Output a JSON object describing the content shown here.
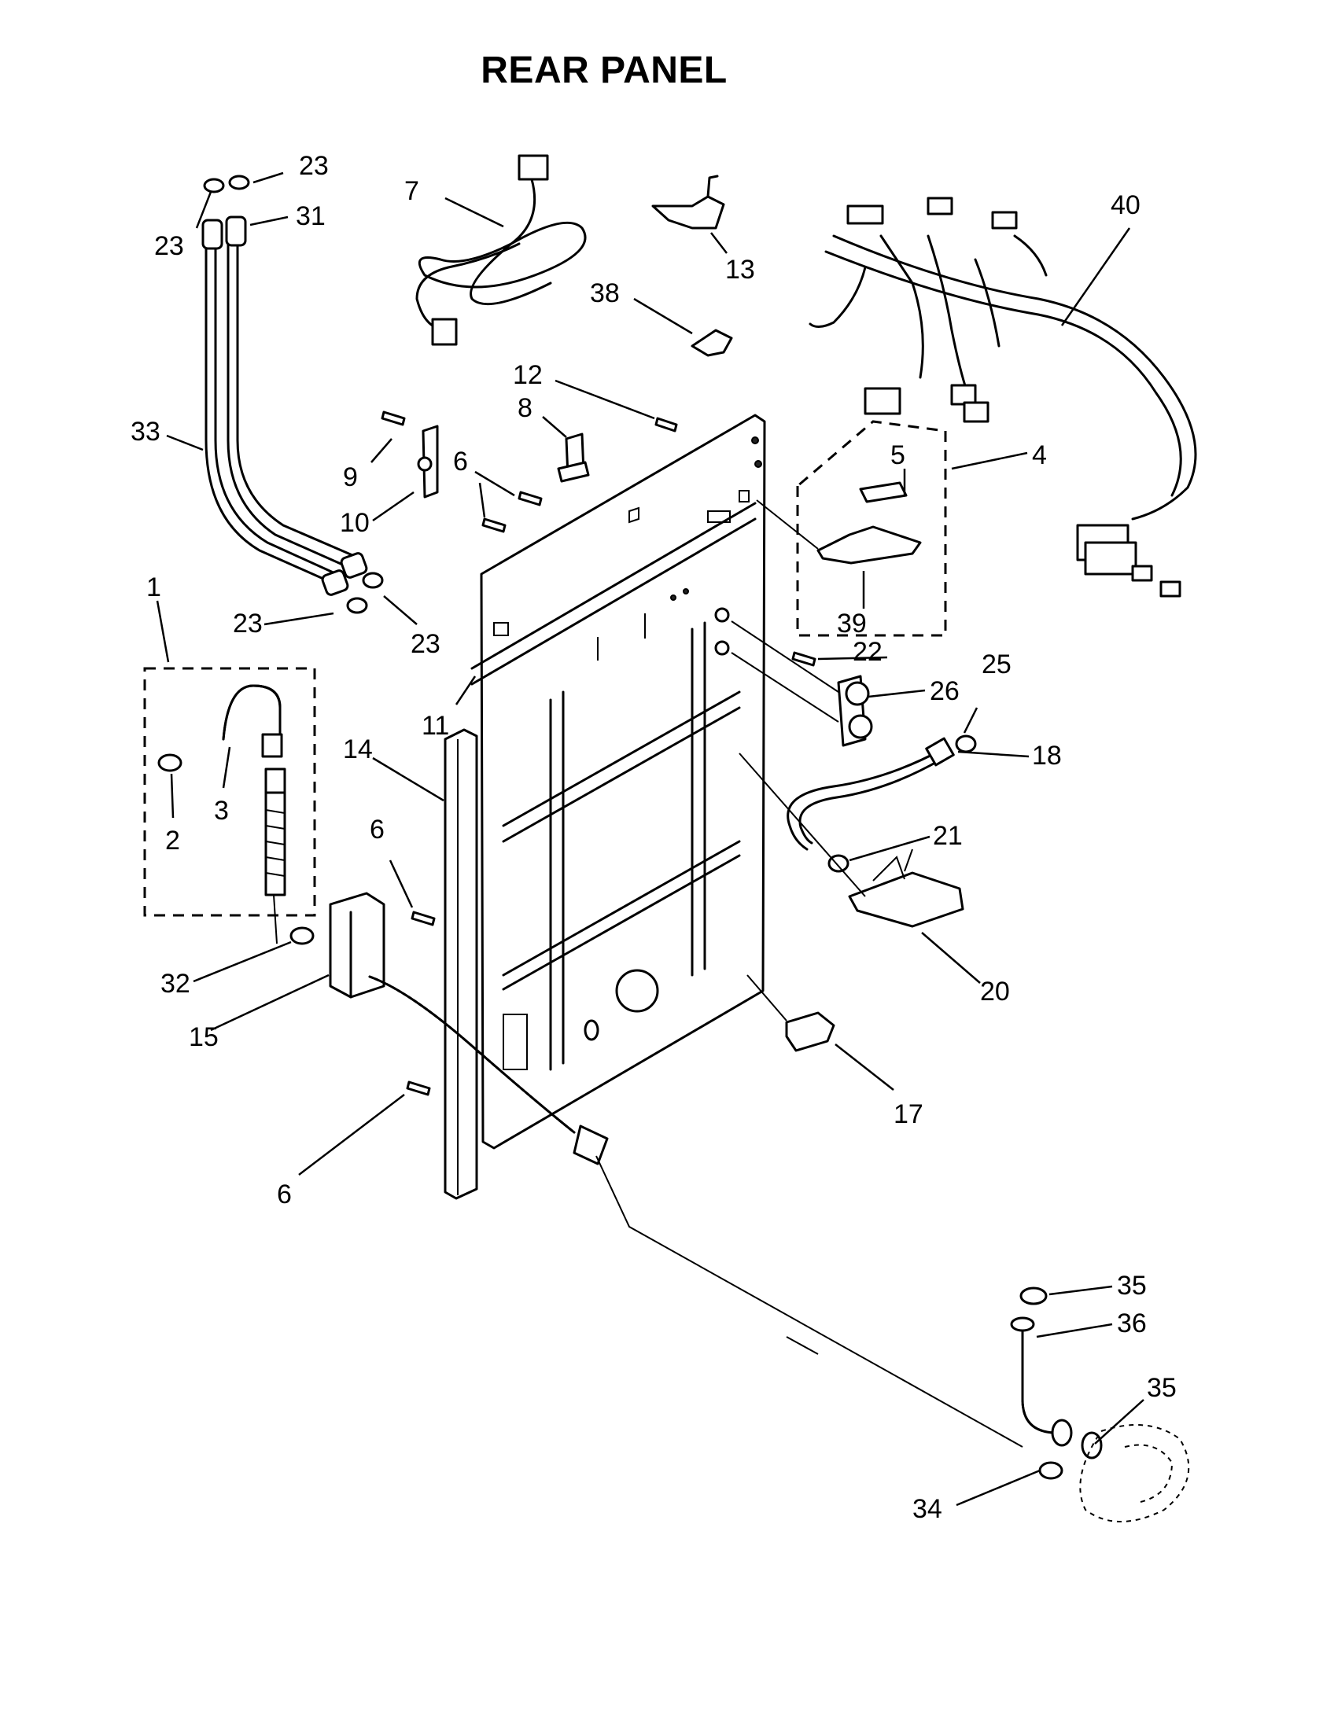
{
  "title": "REAR PANEL",
  "callouts": [
    {
      "id": "c23a",
      "text": "23"
    },
    {
      "id": "c23b",
      "text": "23"
    },
    {
      "id": "c31",
      "text": "31"
    },
    {
      "id": "c7",
      "text": "7"
    },
    {
      "id": "c13",
      "text": "13"
    },
    {
      "id": "c38",
      "text": "38"
    },
    {
      "id": "c40",
      "text": "40"
    },
    {
      "id": "c12",
      "text": "12"
    },
    {
      "id": "c8",
      "text": "8"
    },
    {
      "id": "c33",
      "text": "33"
    },
    {
      "id": "c9",
      "text": "9"
    },
    {
      "id": "c6a",
      "text": "6"
    },
    {
      "id": "c10",
      "text": "10"
    },
    {
      "id": "c5",
      "text": "5"
    },
    {
      "id": "c4",
      "text": "4"
    },
    {
      "id": "c39",
      "text": "39"
    },
    {
      "id": "c23c",
      "text": "23"
    },
    {
      "id": "c23d",
      "text": "23"
    },
    {
      "id": "c1",
      "text": "1"
    },
    {
      "id": "c22",
      "text": "22"
    },
    {
      "id": "c25",
      "text": "25"
    },
    {
      "id": "c26",
      "text": "26"
    },
    {
      "id": "c11",
      "text": "11"
    },
    {
      "id": "c14",
      "text": "14"
    },
    {
      "id": "c18",
      "text": "18"
    },
    {
      "id": "c3",
      "text": "3"
    },
    {
      "id": "c2",
      "text": "2"
    },
    {
      "id": "c6b",
      "text": "6"
    },
    {
      "id": "c21",
      "text": "21"
    },
    {
      "id": "c32",
      "text": "32"
    },
    {
      "id": "c20",
      "text": "20"
    },
    {
      "id": "c15",
      "text": "15"
    },
    {
      "id": "c17",
      "text": "17"
    },
    {
      "id": "c6c",
      "text": "6"
    },
    {
      "id": "c35a",
      "text": "35"
    },
    {
      "id": "c36",
      "text": "36"
    },
    {
      "id": "c35b",
      "text": "35"
    },
    {
      "id": "c34",
      "text": "34"
    }
  ]
}
